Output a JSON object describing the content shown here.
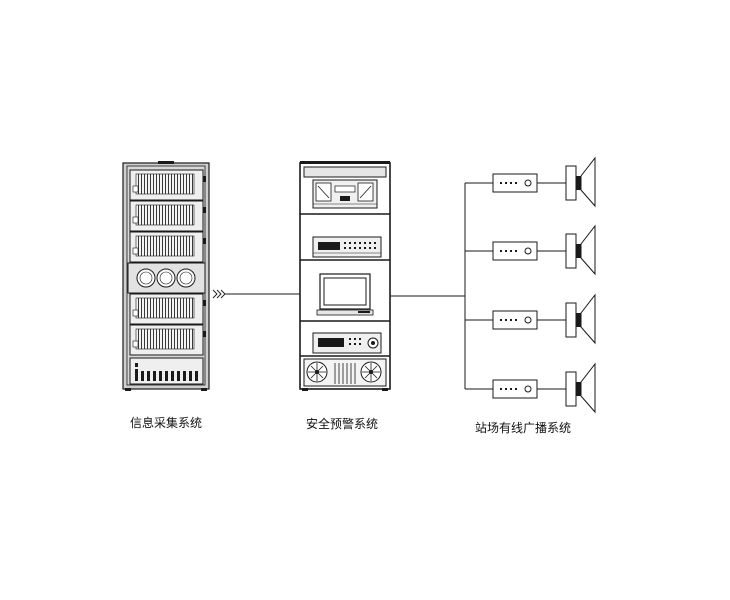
{
  "labels": {
    "collection_system": "信息采集系统",
    "alarm_system": "安全预警系统",
    "broadcast_system": "站场有线广播系统"
  },
  "colors": {
    "line": "#1a1a1a",
    "rack_gray": "#cfcfcf",
    "panel_gray": "#e6e6e6",
    "background": "#ffffff"
  }
}
